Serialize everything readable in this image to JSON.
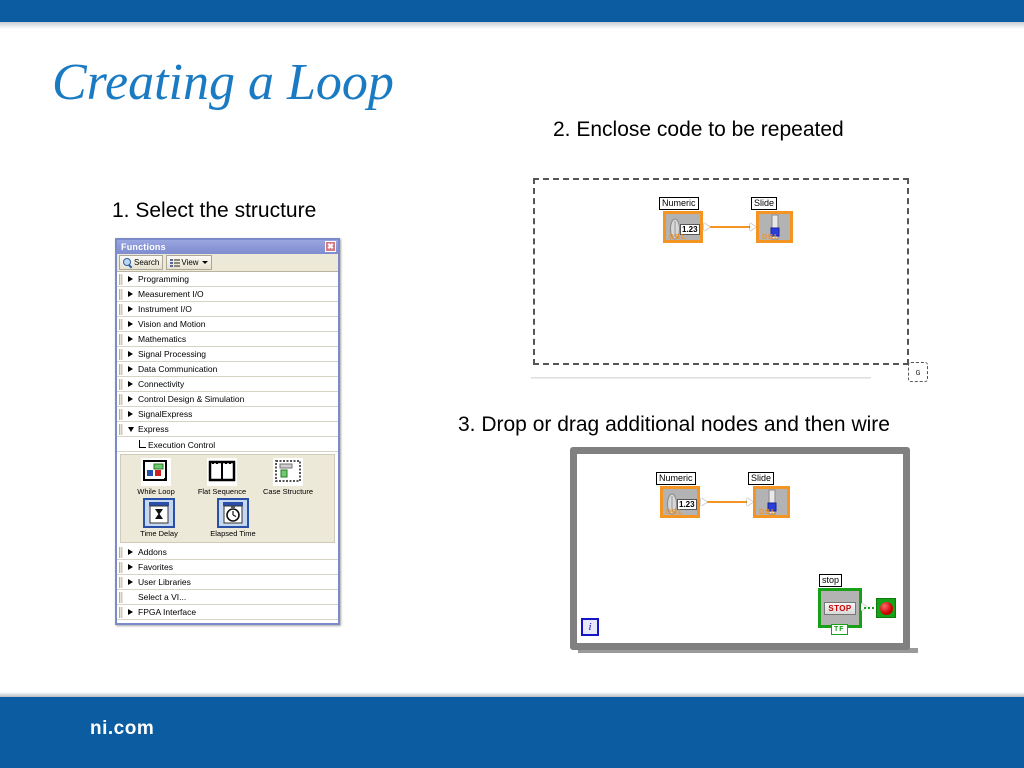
{
  "slide": {
    "title": "Creating a Loop",
    "title_color": "#1a7ac2",
    "accent_color": "#0b5ca0",
    "footer_text": "ni.com"
  },
  "steps": {
    "step1": "1. Select the structure",
    "step2": "2. Enclose code to be repeated",
    "step3": "3. Drop or drag additional nodes and then wire"
  },
  "palette": {
    "title": "Functions",
    "close_label": "✖",
    "toolbar": {
      "search_label": "Search",
      "view_label": "View",
      "search_icon": "magnifier-icon",
      "view_icon": "list-view-icon",
      "caret_icon": "caret-down-icon"
    },
    "items_top": [
      {
        "label": "Programming",
        "expanded": false
      },
      {
        "label": "Measurement I/O",
        "expanded": false
      },
      {
        "label": "Instrument I/O",
        "expanded": false
      },
      {
        "label": "Vision and Motion",
        "expanded": false
      },
      {
        "label": "Mathematics",
        "expanded": false
      },
      {
        "label": "Signal Processing",
        "expanded": false
      },
      {
        "label": "Data Communication",
        "expanded": false
      },
      {
        "label": "Connectivity",
        "expanded": false
      },
      {
        "label": "Control Design & Simulation",
        "expanded": false
      },
      {
        "label": "SignalExpress",
        "expanded": false
      },
      {
        "label": "Express",
        "expanded": true
      }
    ],
    "sub_item": "Execution Control",
    "icons_row1": [
      {
        "label": "While Loop",
        "icon": "while-loop-icon",
        "selected": false
      },
      {
        "label": "Flat Sequence",
        "icon": "flat-sequence-icon",
        "selected": false
      },
      {
        "label": "Case Structure",
        "icon": "case-structure-icon",
        "selected": false
      }
    ],
    "icons_row2": [
      {
        "label": "Time Delay",
        "icon": "time-delay-icon",
        "selected": true
      },
      {
        "label": "Elapsed Time",
        "icon": "elapsed-time-icon",
        "selected": true
      }
    ],
    "items_bottom": [
      {
        "label": "Addons",
        "arrow": true
      },
      {
        "label": "Favorites",
        "arrow": true
      },
      {
        "label": "User Libraries",
        "arrow": true
      },
      {
        "label": "Select a VI...",
        "arrow": false
      },
      {
        "label": "FPGA Interface",
        "arrow": true
      }
    ]
  },
  "diagram2": {
    "numeric_label": "Numeric",
    "numeric_value": "1.23",
    "numeric_type": "DBL",
    "slide_label": "Slide",
    "slide_type": "DBL",
    "cursor_glyph": "ɢ",
    "wire_color": "#f39423"
  },
  "diagram3": {
    "numeric_label": "Numeric",
    "numeric_value": "1.23",
    "numeric_type": "DBL",
    "slide_label": "Slide",
    "slide_type": "DBL",
    "iteration_label": "i",
    "stop_label": "stop",
    "stop_button_text": "STOP",
    "stop_type": "TF",
    "loop_border_color": "#808080",
    "boolean_color": "#18a018"
  }
}
